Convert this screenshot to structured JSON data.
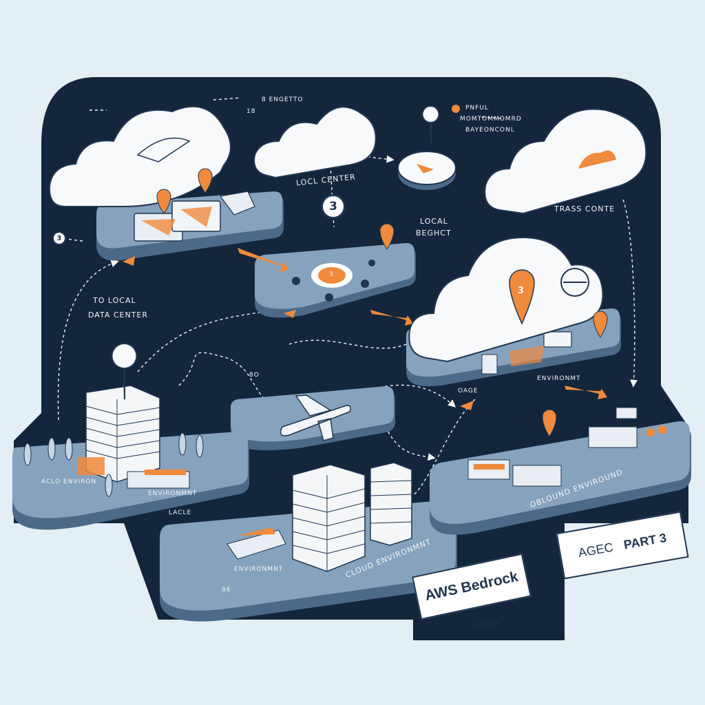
{
  "labels": {
    "to_local_data_center_line1": "TO LOCAL",
    "to_local_data_center_line2": "DATA CENTER",
    "local_center": "LOCL CENTER",
    "local_line1": "LOCAL",
    "local_line2": "BEGHCT",
    "trans_conte": "TRASS CONTE",
    "top_small": "8 ENGETTO",
    "top_small_num": "18",
    "top_right_line1": "PNFUL",
    "top_right_line2": "MOMTOMMOMRD",
    "top_right_line3": "BAYEONCONL",
    "cloud_environment": "CLOUD ENVIRONMNT",
    "oblound_environment": "OBLOUND ENVIROUND",
    "lacle": "LACLE",
    "left_platform": "ACLO ENVIRON",
    "left_platform_sub": "ENVIRONMNT",
    "bottom_sub": "ENVIRONMNT",
    "bottom_num": "86",
    "mid_label": "8O",
    "right_platform_tag1": "OAGE",
    "right_platform_tag2": "ENVIRONMT",
    "circle_left": "3",
    "circle_mid": "3",
    "pin_number": "3",
    "disc_number": "3"
  },
  "signs": {
    "aws_bedrock": "AWS Bedrock",
    "aws_bedrock_sub": "AGENT",
    "agec_part_prefix": "AGEC",
    "agec_part_label": "PART 3"
  },
  "colors": {
    "background": "#e3eef5",
    "panel": "#14263c",
    "platform_top": "#7f9bb5",
    "platform_side": "#4c6a88",
    "accent": "#f08a3c",
    "cloud": "#f7f9fb",
    "ink": "#1f3550"
  }
}
